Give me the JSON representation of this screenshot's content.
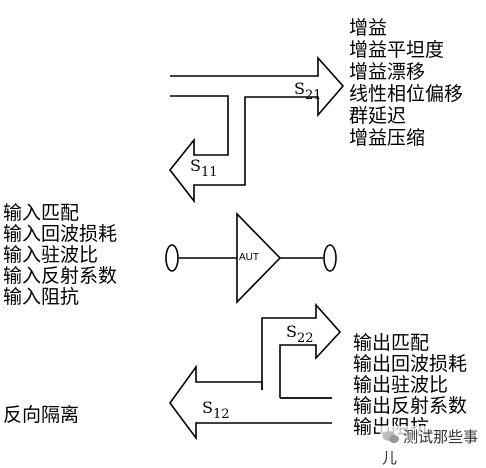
{
  "s21_params": [
    "增益",
    "增益平坦度",
    "增益漂移",
    "线性相位偏移",
    "群延迟",
    "增益压缩"
  ],
  "input_params": [
    "输入匹配",
    "输入回波损耗",
    "输入驻波比",
    "输入反射系数",
    "输入阻抗"
  ],
  "output_params": [
    "输出匹配",
    "输出回波损耗",
    "输出驻波比",
    "输出反射系数",
    "输出阻抗"
  ],
  "reverse_label": "反向隔离",
  "s21": {
    "base": "S",
    "sub": "21"
  },
  "s11": {
    "base": "S",
    "sub": "11"
  },
  "s22": {
    "base": "S",
    "sub": "22"
  },
  "s12": {
    "base": "S",
    "sub": "12"
  },
  "dut_label": "AUT",
  "watermark": "测试那些事儿"
}
